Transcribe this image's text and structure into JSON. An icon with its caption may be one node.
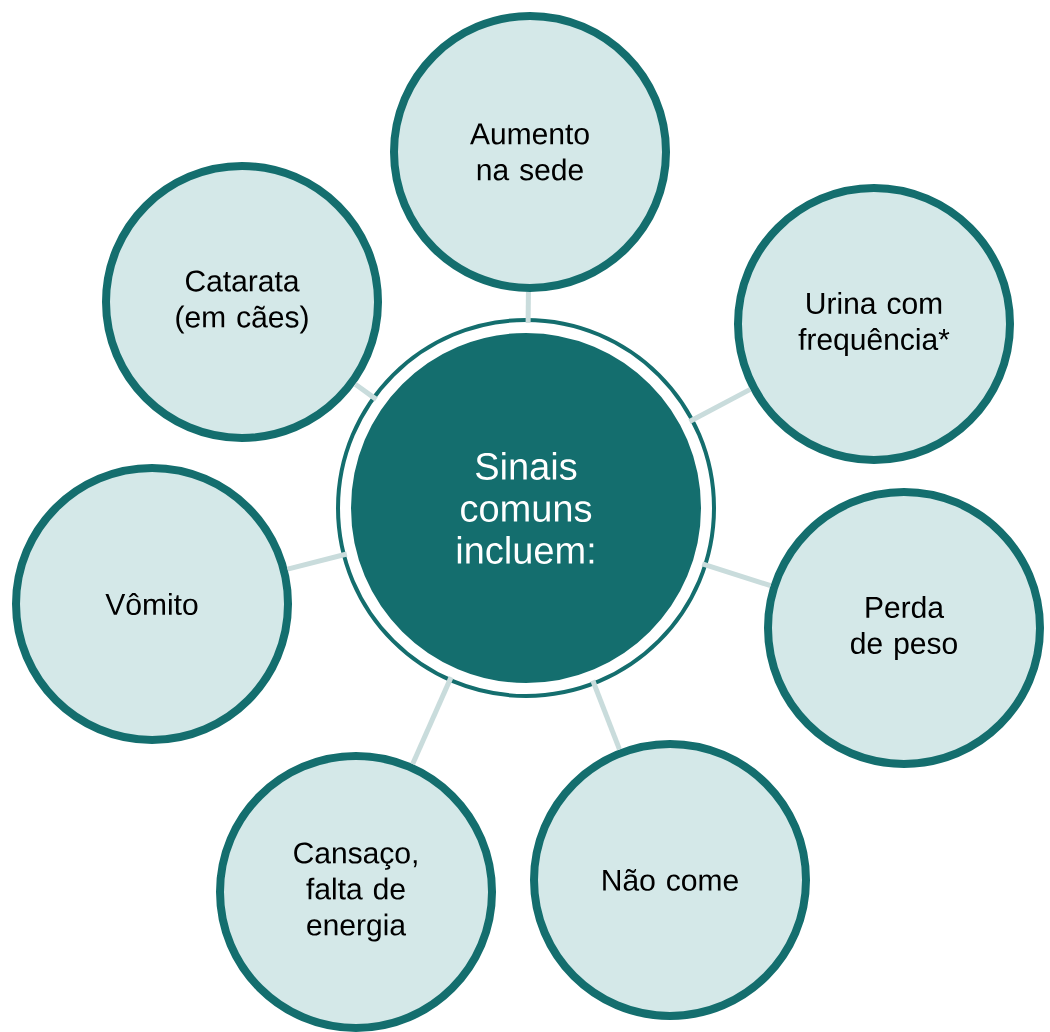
{
  "diagram": {
    "nodes": [
      {
        "text": [
          "Sinais comuns incluem:"
        ]
      },
      {
        "text": [
          "Aumento na sede"
        ]
      },
      {
        "text": [
          "Urina com frequência*"
        ]
      },
      {
        "text": [
          "Perda de peso"
        ]
      },
      {
        "text": [
          "Não come"
        ]
      },
      {
        "text": [
          "Cansaço, falta de energia"
        ]
      },
      {
        "text": [
          "Vômito"
        ]
      },
      {
        "text": [
          "Catarata (em cães)"
        ]
      }
    ],
    "edges": [
      {
        "from": 0,
        "to": 1,
        "arrow": "none"
      },
      {
        "from": 0,
        "to": 2,
        "arrow": "none"
      },
      {
        "from": 0,
        "to": 3,
        "arrow": "none"
      },
      {
        "from": 0,
        "to": 4,
        "arrow": "none"
      },
      {
        "from": 0,
        "to": 5,
        "arrow": "none"
      },
      {
        "from": 0,
        "to": 6,
        "arrow": "none"
      },
      {
        "from": 0,
        "to": 7,
        "arrow": "none"
      }
    ]
  }
}
